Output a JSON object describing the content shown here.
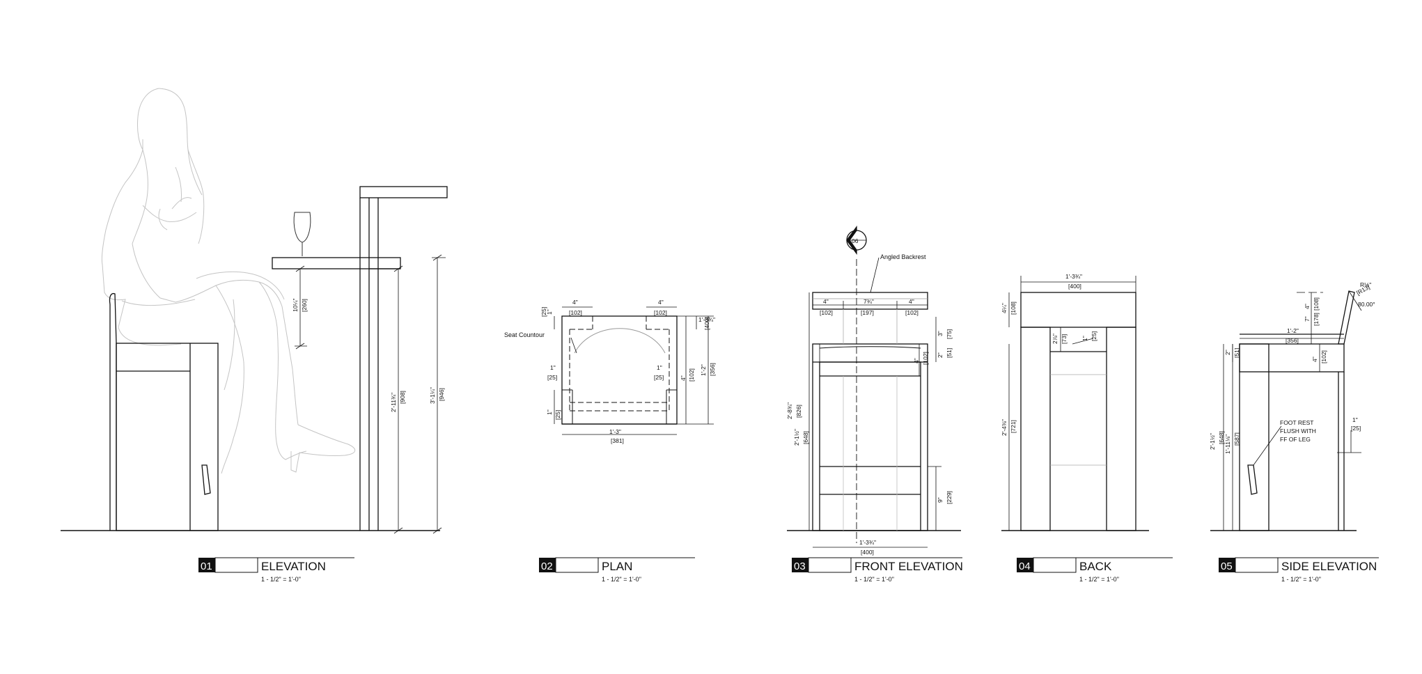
{
  "drawing": {
    "views": [
      {
        "number": "01",
        "title": "ELEVATION",
        "scale": "1 - 1/2\" = 1'-0\""
      },
      {
        "number": "02",
        "title": "PLAN",
        "scale": "1 - 1/2\" = 1'-0\""
      },
      {
        "number": "03",
        "title": "FRONT ELEVATION",
        "scale": "1 - 1/2\" = 1'-0\""
      },
      {
        "number": "04",
        "title": "BACK",
        "scale": "1 - 1/2\" = 1'-0\""
      },
      {
        "number": "05",
        "title": "SIDE ELEVATION",
        "scale": "1 - 1/2\" = 1'-0\""
      }
    ],
    "elevation": {
      "dims": [
        "10¼\"",
        "[260]",
        "2'-11¾\"",
        "[908]",
        "3'-1¼\"",
        "[946]"
      ]
    },
    "plan": {
      "note_seat": "Seat Countour",
      "dims": [
        "4\"",
        "[102]",
        "4\"",
        "[102]",
        "1\"",
        "[25]",
        "1\"",
        "[25]",
        "1\"",
        "[25]",
        "1\"",
        "[25]",
        "4\"",
        "[102]",
        "1'-2\"",
        "[356]",
        "1'-3\"",
        "[381]",
        "1'-3¾\"",
        "[400]",
        "1\"",
        "[25]"
      ]
    },
    "front": {
      "section_tag": "06",
      "note_backrest": "Angled Backrest",
      "dims": [
        "4\"",
        "[102]",
        "7¾\"",
        "[197]",
        "4\"",
        "[102]",
        "3\"",
        "[75]",
        "2\"",
        "[51]",
        "4\"",
        "[102]",
        "2'-8¾\"",
        "[826]",
        "2'-1½\"",
        "[648]",
        "9\"",
        "[229]",
        "1'-3¾\"",
        "[400]"
      ]
    },
    "back": {
      "dims": [
        "1'-3¾\"",
        "[400]",
        "4¼\"",
        "[108]",
        "2⅞\"",
        "[73]",
        "1\"",
        "[25]",
        "2'-4⅜\"",
        "[721]"
      ]
    },
    "side": {
      "note_footrest": [
        "FOOT REST",
        "FLUSH WITH",
        "FF OF LEG"
      ],
      "angle": "80.00°",
      "dims": [
        "R½\"",
        "[R13]",
        "4\"",
        "[108]",
        "7\"",
        "[178]",
        "1'-2\"",
        "[356]",
        "2\"",
        "[51]",
        "4\"",
        "[102]",
        "2'-1½\"",
        "[648]",
        "1'-11⅛\"",
        "[587]",
        "1\"",
        "[25]"
      ]
    }
  }
}
